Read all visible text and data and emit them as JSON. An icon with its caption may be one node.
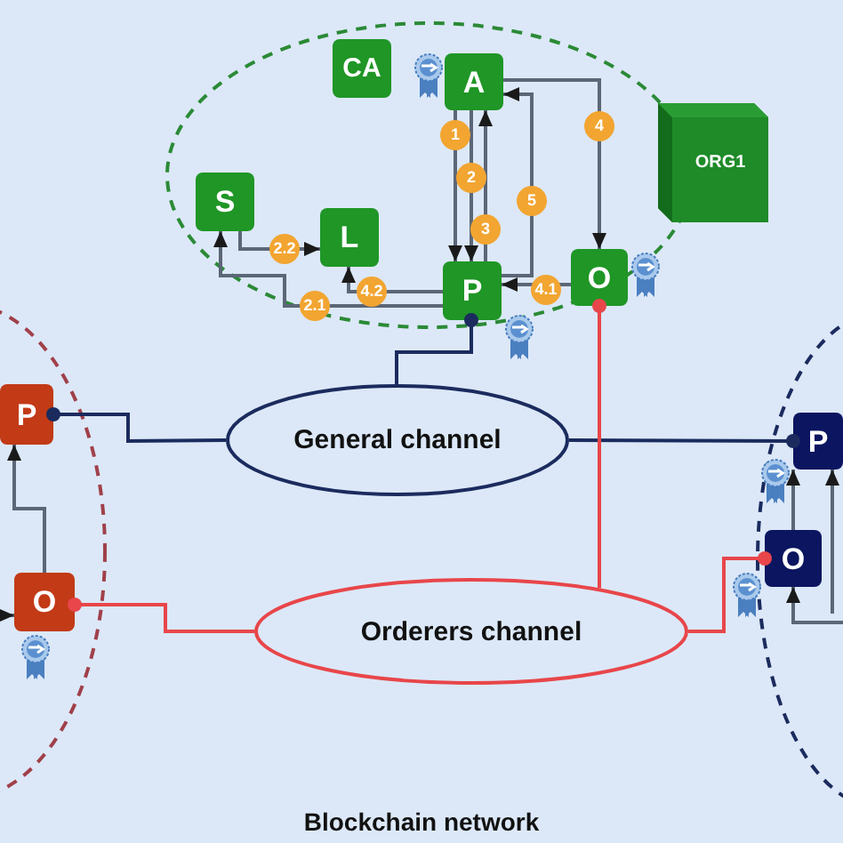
{
  "diagram": {
    "nodes": [
      {
        "text": [],
        "shape": "ellipse"
      },
      {
        "text": [
          "CA"
        ],
        "in": 0
      },
      {
        "text": [
          "A"
        ],
        "in": 0
      },
      {
        "text": [
          "S"
        ],
        "in": 0
      },
      {
        "text": [
          "L"
        ],
        "in": 0
      },
      {
        "text": [
          "P"
        ],
        "in": 0
      },
      {
        "text": [
          "O"
        ],
        "in": 0
      },
      {
        "text": [
          "ORG1"
        ]
      },
      {
        "text": [],
        "shape": "ellipse"
      },
      {
        "text": [
          "P"
        ],
        "in": 8
      },
      {
        "text": [
          "O"
        ],
        "in": 8
      },
      {
        "text": [],
        "shape": "ellipse"
      },
      {
        "text": [
          "P"
        ],
        "in": 11
      },
      {
        "text": [
          "O"
        ],
        "in": 11
      },
      {
        "text": [
          "General channel"
        ]
      },
      {
        "text": [
          "Orderers channel"
        ]
      }
    ],
    "edges": [
      {
        "from": 2,
        "to": 5,
        "arrow": "to",
        "label": "1"
      },
      {
        "from": 2,
        "to": 5,
        "arrow": "to",
        "label": "2"
      },
      {
        "from": 5,
        "to": 2,
        "arrow": "to",
        "label": "3"
      },
      {
        "from": 2,
        "to": 6,
        "arrow": "to",
        "label": "4"
      },
      {
        "from": 5,
        "to": 2,
        "arrow": "to",
        "label": "5"
      },
      {
        "from": 6,
        "to": 5,
        "arrow": "to",
        "label": "4.1"
      },
      {
        "from": 5,
        "to": 4,
        "arrow": "to",
        "label": "4.2"
      },
      {
        "from": 5,
        "to": 3,
        "arrow": "to",
        "label": "2.1"
      },
      {
        "from": 3,
        "to": 4,
        "arrow": "to",
        "label": "2.2"
      },
      {
        "from": 5,
        "to": 14,
        "arrow": "other",
        "color": "#1b2b5e"
      },
      {
        "from": 9,
        "to": 14,
        "arrow": "other",
        "color": "#1b2b5e"
      },
      {
        "from": 12,
        "to": 14,
        "arrow": "other",
        "color": "#1b2b5e"
      },
      {
        "from": 6,
        "to": 15,
        "arrow": "other",
        "color": "#e8464a"
      },
      {
        "from": 10,
        "to": 15,
        "arrow": "other",
        "color": "#e8464a"
      },
      {
        "from": 13,
        "to": 15,
        "arrow": "other",
        "color": "#e8464a"
      },
      {
        "from": 10,
        "to": 9,
        "arrow": "to"
      },
      {
        "from": null,
        "to": 10,
        "arrow": "to"
      },
      {
        "from": 13,
        "to": 12,
        "arrow": "to"
      },
      {
        "from": null,
        "to": 12,
        "arrow": "to"
      },
      {
        "from": null,
        "to": 13,
        "arrow": "to"
      }
    ],
    "labels": [
      "Blockchain network"
    ]
  }
}
